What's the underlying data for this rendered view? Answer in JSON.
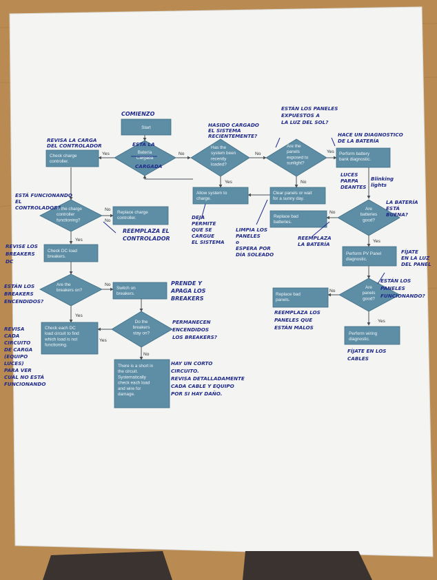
{
  "scene": {
    "colors": {
      "table": "#b98a52",
      "paper": "#f4f4f2",
      "box": "#5d8ea6",
      "box_border": "#3f6f86",
      "box_text": "#eef4f7",
      "line": "#4a5056",
      "ink": "#1f2a8c",
      "shoe": "#3a3330"
    }
  },
  "flowchart": {
    "nodes": {
      "start": [
        "Start"
      ],
      "battery_charged": [
        "Batería",
        "Cargada"
      ],
      "check_charge": [
        "Check charge",
        "controller."
      ],
      "recently_loaded": [
        "Has the",
        "system been",
        "recently",
        "loaded?"
      ],
      "panels_sunlight": [
        "Are the",
        "panels",
        "exposed to",
        "sunlight?"
      ],
      "battery_diag": [
        "Perform battery",
        "bank diagnostic."
      ],
      "allow_charge": [
        "Allow system to",
        "charge."
      ],
      "clear_panels": [
        "Clear panels or wait",
        "for a sunny day."
      ],
      "controller_ok": [
        "Is the charge",
        "controller",
        "functioning?"
      ],
      "replace_controller": [
        "Replace charge",
        "controller."
      ],
      "batteries_good": [
        "Are",
        "batteries",
        "good?"
      ],
      "replace_batteries": [
        "Replace bad",
        "batteries."
      ],
      "check_dc": [
        "Check DC load",
        "breakers."
      ],
      "pv_diag": [
        "Perform PV Panel",
        "diagnostic."
      ],
      "breakers_on": [
        "Are the",
        "breakers on?"
      ],
      "switch_on": [
        "Switch on",
        "breakers."
      ],
      "panels_good": [
        "Are",
        "panels",
        "good?"
      ],
      "replace_panels": [
        "Replace bad",
        "panels."
      ],
      "stay_on": [
        "Do the",
        "breakers",
        "stay on?"
      ],
      "check_each_dc": [
        "Check each DC",
        "load circuit to find",
        "which load is not",
        "functioning."
      ],
      "wiring_diag": [
        "Perform wiring",
        "diagnostic."
      ],
      "short": [
        "There is a short in",
        "the circuit.",
        "Systematically",
        "check each load",
        "and wire for",
        "damage."
      ]
    },
    "edge_labels": {
      "yes": "Yes",
      "no": "No"
    }
  },
  "annotations": {
    "comienzo": [
      "COMIENZO"
    ],
    "esta_la": [
      "ESTÁ LA"
    ],
    "cargada": [
      "CARGADA"
    ],
    "revisa_carga": [
      "REVISA LA CARGA",
      "DEL CONTROLADOR"
    ],
    "ha_sido": [
      "HASIDO CARGADO",
      "EL SISTEMA",
      "RECIENTEMENTE?"
    ],
    "estan_paneles": [
      "ESTÁN LOS PANELES",
      "EXPUESTOS A",
      "LA LUZ DEL SOL?"
    ],
    "diagnostico": [
      "HACE UN DIAGNOSTICO",
      "DE LA BATERÍA"
    ],
    "luces": [
      "LUCES",
      "PARPA",
      "DEANTES"
    ],
    "blinking": [
      "Blinking",
      "lights"
    ],
    "bateria_buena": [
      "LA BATERÍA",
      "ESTÁ",
      "BUENA?"
    ],
    "funcionando": [
      "ESTÁ FUNCIONANDO",
      "EL",
      "CONTROLADOR?"
    ],
    "reemplaza_controlador": [
      "REEMPLAZA EL",
      "CONTROLADOR"
    ],
    "deja_cargue": [
      "DEJA",
      "PERMITE",
      "QUE SE",
      "CARGUE",
      "EL SISTEMA"
    ],
    "limpia": [
      "LIMPIA LOS",
      "PANELES",
      "o",
      "ESPERA POR",
      "DÍA SOLEADO"
    ],
    "reemplaza_bateria": [
      "REEMPLAZA",
      "LA BATERÍA"
    ],
    "revise_breakers": [
      "REVISE LOS",
      "BREAKERS",
      "DC"
    ],
    "fijate_panel": [
      "FÍJATE",
      "EN LA LUZ",
      "DEL PANEL"
    ],
    "breakers_encendidos": [
      "ESTÁN LOS",
      "BREAKERS",
      "ENCENDIDOS?"
    ],
    "prende": [
      "PRENDE Y",
      "APAGA LOS",
      "BREAKERS"
    ],
    "paneles_funcionando": [
      "ESTÁN LOS",
      "PANELES",
      "FUNCIONANDO?"
    ],
    "reemplaza_paneles": [
      "REEMPLAZA LOS",
      "PANELES QUE",
      "ESTÁN MALOS"
    ],
    "permanecen": [
      "PERMANECEN",
      "ENCENDIDOS",
      "LOS BREAKERS?"
    ],
    "revisa_circuito": [
      "REVISA",
      "CADA",
      "CIRCUITO",
      "DE CARGA",
      "(EQUIPO",
      "LUCES)",
      "PARA VER",
      "CUÁL NO ESTÁ",
      "FUNCIONANDO"
    ],
    "fijate_cables": [
      "FÍJATE EN LOS",
      "CABLES"
    ],
    "corto": [
      "HAY UN CORTO",
      "CIRCUITO.",
      "REVISA DETALLADAMENTE",
      "CADA CABLE Y EQUIPO",
      "POR SI HAY DAÑO."
    ]
  }
}
